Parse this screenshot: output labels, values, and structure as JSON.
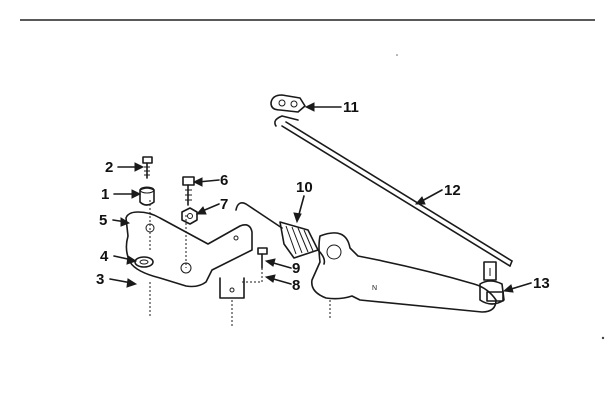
{
  "callouts": [
    {
      "id": "1",
      "label": "1"
    },
    {
      "id": "2",
      "label": "2"
    },
    {
      "id": "3",
      "label": "3"
    },
    {
      "id": "4",
      "label": "4"
    },
    {
      "id": "5",
      "label": "5"
    },
    {
      "id": "6",
      "label": "6"
    },
    {
      "id": "7",
      "label": "7"
    },
    {
      "id": "8",
      "label": "8"
    },
    {
      "id": "9",
      "label": "9"
    },
    {
      "id": "10",
      "label": "10"
    },
    {
      "id": "11",
      "label": "11"
    },
    {
      "id": "12",
      "label": "12"
    },
    {
      "id": "13",
      "label": "13"
    }
  ],
  "colors": {
    "ink": "#1a1a1a",
    "paper": "#ffffff"
  }
}
